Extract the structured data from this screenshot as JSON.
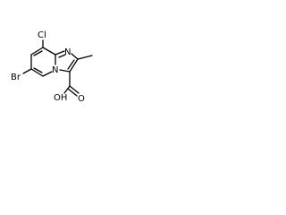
{
  "molecule": {
    "atoms": {
      "cl": "Cl",
      "n_bridge": "N",
      "n_imidazole": "N",
      "br": "Br",
      "oh": "OH",
      "o_carbonyl": "O"
    }
  }
}
